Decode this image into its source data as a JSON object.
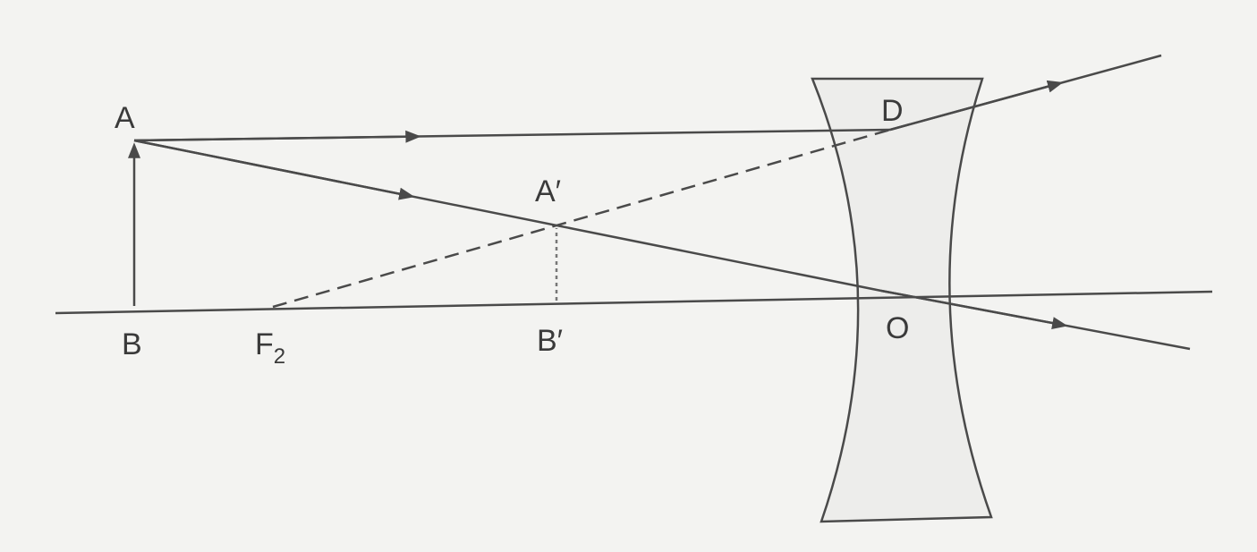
{
  "diagram": {
    "title_hidden": "",
    "labels": {
      "A": "A",
      "B": "B",
      "F2_main": "F",
      "F2_sub": "2",
      "A_prime": "A′",
      "B_prime": "B′",
      "D": "D",
      "O": "O"
    },
    "colors": {
      "line": "#4a4a4a",
      "lens_fill": "#ededeb",
      "background": "#f3f3f1"
    }
  }
}
